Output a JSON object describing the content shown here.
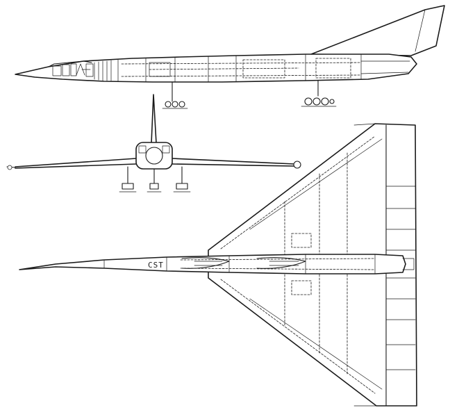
{
  "drawing": {
    "fuselage_marking": "CST",
    "views": [
      "side-view",
      "front-view",
      "top-view"
    ]
  },
  "colors": {
    "ink": "#1a1a1a",
    "paper": "#ffffff"
  }
}
